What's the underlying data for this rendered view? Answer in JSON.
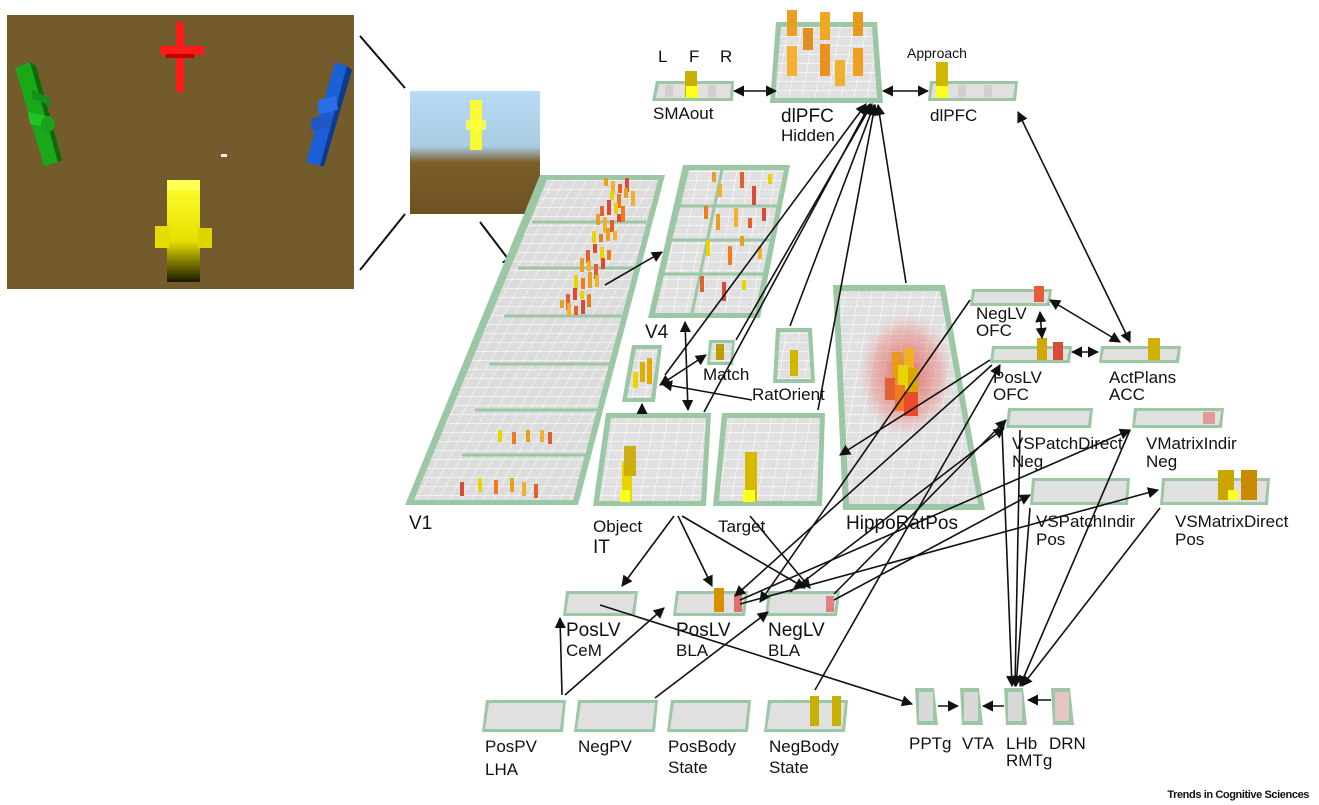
{
  "view": {
    "arena_alt": "First-person 3D arena view",
    "retina_alt": "Low-resolution retinal input"
  },
  "colors": {
    "ground": "#735b2c",
    "sky": "#b6dbf3",
    "layer_border": "#9cc7a4",
    "unit_off": "#d7d7d7",
    "unit_yellow": "#f5e400",
    "unit_orange": "#f0a030",
    "unit_red": "#d84a3a",
    "arrow": "#111111"
  },
  "labels": {
    "v1": "V1",
    "v4": "V4",
    "object": "Object",
    "it": "IT",
    "target": "Target",
    "hippo": "HippoRatPos",
    "match": "Match",
    "ratorient": "RatOrient",
    "smaout": "SMAout",
    "l": "L",
    "f": "F",
    "r": "R",
    "dlpfc_hidden_1": "dlPFC",
    "dlpfc_hidden_2": "Hidden",
    "approach": "Approach",
    "dlpfc": "dlPFC",
    "neglv_ofc_1": "NegLV",
    "neglv_ofc_2": "OFC",
    "poslv_ofc_1": "PosLV",
    "poslv_ofc_2": "OFC",
    "actplans_1": "ActPlans",
    "actplans_2": "ACC",
    "vspatchdirect_1": "VSPatchDirect",
    "vspatchdirect_2": "Neg",
    "vmatrixindir_1": "VMatrixIndir",
    "vmatrixindir_2": "Neg",
    "vspatchindir_1": "VSPatchIndir",
    "vspatchindir_2": "Pos",
    "vsmatrixdirect_1": "VSMatrixDirect",
    "vsmatrixdirect_2": "Pos",
    "poslv_cem_1": "PosLV",
    "poslv_cem_2": "CeM",
    "poslv_bla_1": "PosLV",
    "poslv_bla_2": "BLA",
    "neglv_bla_1": "NegLV",
    "neglv_bla_2": "BLA",
    "pospv_1": "PosPV",
    "pospv_2": "LHA",
    "negpv": "NegPV",
    "posbody_1": "PosBody",
    "posbody_2": "State",
    "negbody_1": "NegBody",
    "negbody_2": "State",
    "pptg": "PPTg",
    "vta": "VTA",
    "lhb_1": "LHb",
    "lhb_2": "RMTg",
    "drn": "DRN"
  },
  "credit": "Trends in Cognitive Sciences"
}
